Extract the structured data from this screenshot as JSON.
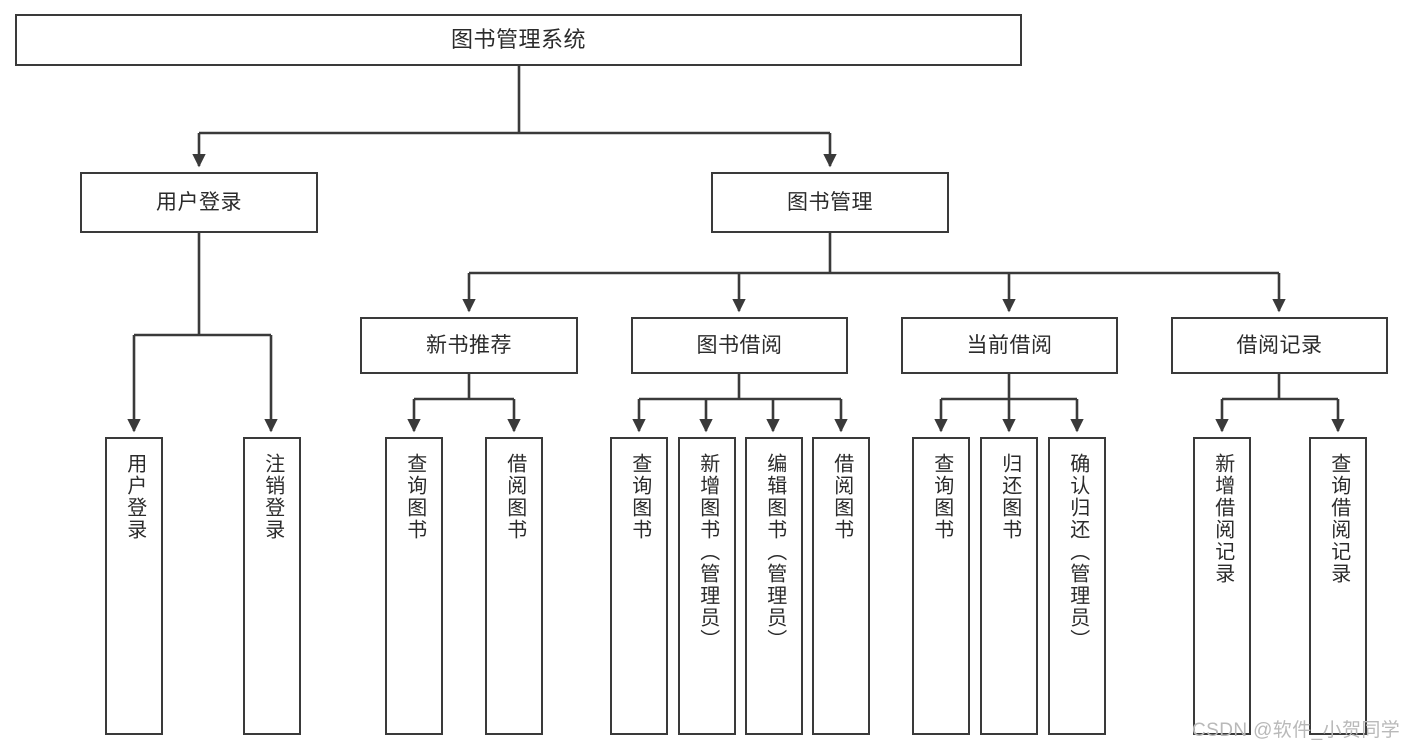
{
  "diagram": {
    "title": "图书管理系统",
    "type": "hierarchy-tree",
    "colors": {
      "box_border": "#3a3a3a",
      "box_fill": "#ffffff",
      "edge": "#3a3a3a",
      "text": "#2b2b2b",
      "watermark": "#b9b9b9"
    },
    "nodes": {
      "root": {
        "label": "图书管理系统"
      },
      "level2": [
        {
          "id": "user-login",
          "label": "用户登录"
        },
        {
          "id": "book-management",
          "label": "图书管理"
        }
      ],
      "level3": [
        {
          "id": "new-book-recommend",
          "label": "新书推荐"
        },
        {
          "id": "book-borrow",
          "label": "图书借阅"
        },
        {
          "id": "current-borrow",
          "label": "当前借阅"
        },
        {
          "id": "borrow-record",
          "label": "借阅记录"
        }
      ],
      "leaves": {
        "user_login": [
          {
            "id": "leaf-user-login",
            "label": "用户登录"
          },
          {
            "id": "leaf-logout-login",
            "label": "注销登录"
          }
        ],
        "new_book_recommend": [
          {
            "id": "leaf-query-book-1",
            "label": "查询图书"
          },
          {
            "id": "leaf-borrow-book-1",
            "label": "借阅图书"
          }
        ],
        "book_borrow": [
          {
            "id": "leaf-query-book-2",
            "label": "查询图书"
          },
          {
            "id": "leaf-add-book",
            "label": "新增图书（管理员）"
          },
          {
            "id": "leaf-edit-book",
            "label": "编辑图书（管理员）"
          },
          {
            "id": "leaf-borrow-book-2",
            "label": "借阅图书"
          }
        ],
        "current_borrow": [
          {
            "id": "leaf-query-book-3",
            "label": "查询图书"
          },
          {
            "id": "leaf-return-book",
            "label": "归还图书"
          },
          {
            "id": "leaf-confirm-return",
            "label": "确认归还（管理员）"
          }
        ],
        "borrow_record": [
          {
            "id": "leaf-add-borrow-record",
            "label": "新增借阅记录"
          },
          {
            "id": "leaf-query-borrow-record",
            "label": "查询借阅记录"
          }
        ]
      }
    },
    "watermark": "CSDN @软件_小贺同学"
  }
}
